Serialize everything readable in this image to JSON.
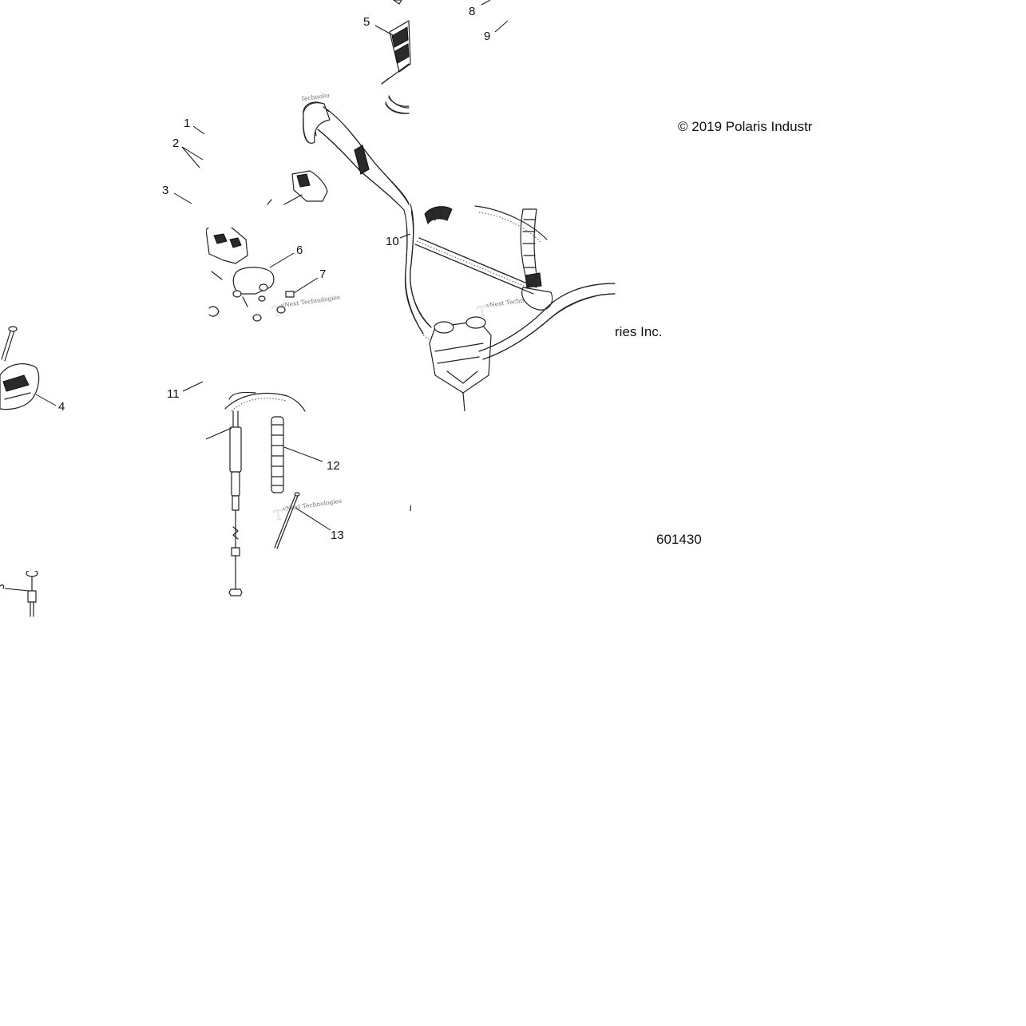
{
  "diagram": {
    "copyright_part_1": "© 2019 Polaris Industr",
    "copyright_part_2": "ries Inc.",
    "figure_number": "601430",
    "watermark_text": "vNext Technologies",
    "callouts": [
      "1",
      "2",
      "3",
      "4",
      "5",
      "6",
      "7",
      "8",
      "9",
      "10",
      "11",
      "12",
      "13"
    ]
  }
}
